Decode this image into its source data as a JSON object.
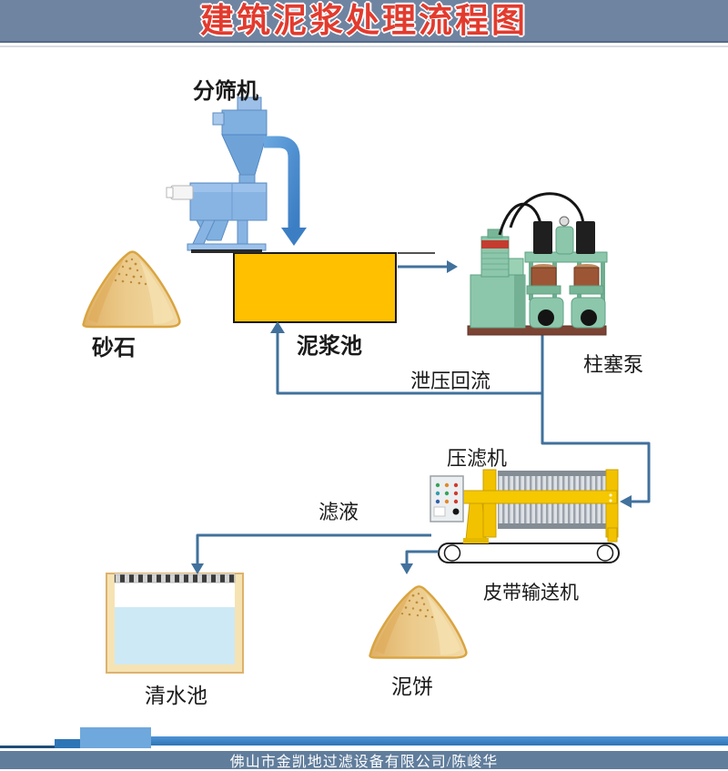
{
  "title": "建筑泥浆处理流程图",
  "nodes": {
    "screening_machine": "分筛机",
    "sand": "砂石",
    "slurry_pool": "泥浆池",
    "plunger_pump": "柱塞泵",
    "filter_press": "压滤机",
    "belt_conveyor": "皮带输送机",
    "clean_water_pool": "清水池",
    "mud_cake": "泥饼"
  },
  "flow_labels": {
    "pressure_relief_return": "泄压回流",
    "filtrate": "滤液"
  },
  "footer": {
    "credit": "佛山市金凯地过滤设备有限公司/陈峻华"
  },
  "colors": {
    "header_bar": "#6f84a1",
    "title_red": "#e23b2e",
    "slurry_pool_yellow": "#ffc000",
    "pipe_blue": "#41719c",
    "machine_blue": "#7fb0e0",
    "pump_green": "#8cc7ab",
    "press_yellow": "#f2c200",
    "sand_tan": "#ecc788",
    "water_blue": "#cde9f6",
    "footer_band": "#607d9c",
    "footer_bar": "#2e75b6"
  }
}
